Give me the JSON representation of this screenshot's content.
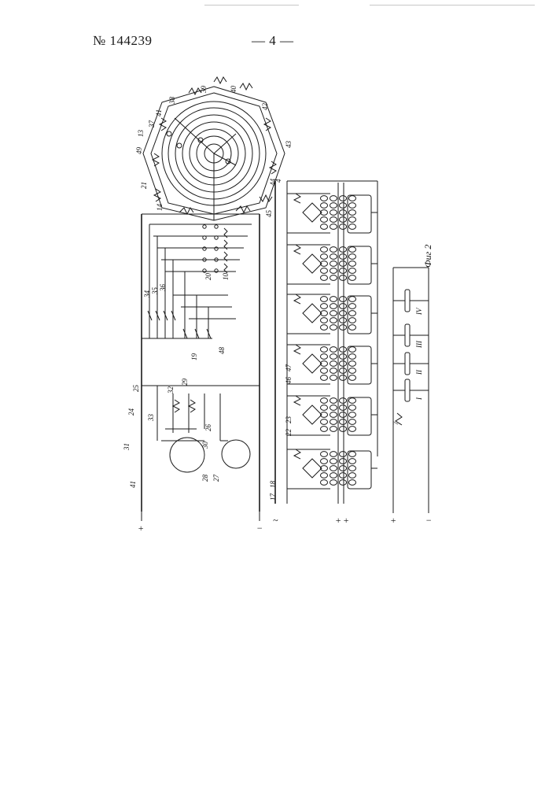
{
  "header": {
    "patent_number": "№ 144239",
    "page_number": "— 4 —"
  },
  "figure": {
    "caption": "Фиг 2",
    "ring_labels": [
      "39",
      "40",
      "38",
      "41",
      "42",
      "37",
      "13",
      "49",
      "43",
      "21",
      "44",
      "14",
      "45"
    ],
    "switch_labels": [
      "34",
      "35",
      "36",
      "20",
      "10",
      "19",
      "48",
      "4"
    ],
    "motor_labels": [
      "25",
      "32",
      "29",
      "24",
      "33",
      "31",
      "30",
      "26",
      "28",
      "27",
      "41"
    ],
    "coil_labels": [
      "46",
      "47",
      "22",
      "23",
      "17",
      "18",
      "7"
    ],
    "battery_labels": [
      "I",
      "II",
      "III",
      "IV"
    ],
    "terminal_labels": [
      "+",
      "−",
      "~",
      "+",
      "+",
      "+",
      "−"
    ]
  },
  "colors": {
    "ink": "#1a1a1a",
    "paper": "#ffffff"
  }
}
